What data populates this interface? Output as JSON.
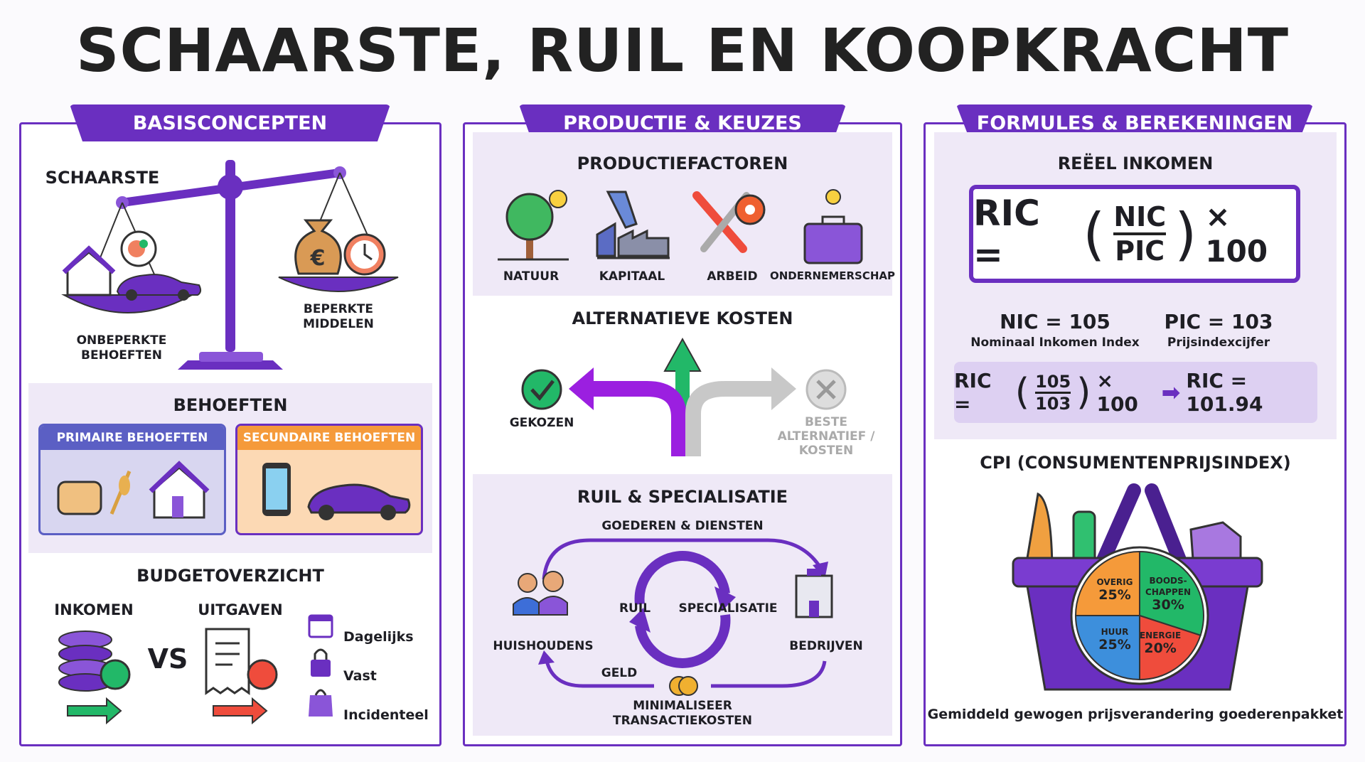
{
  "title": "SCHAARSTE, RUIL EN KOOPKRACHT",
  "colors": {
    "purple": "#6a2fc0",
    "lavender": "#efe9f7",
    "green": "#22b868",
    "orange": "#f59a3a",
    "blue": "#3d8fdc",
    "red": "#ef4c3c"
  },
  "basis": {
    "banner": "BASISCONCEPTEN",
    "schaarste": "SCHAARSTE",
    "unlimited": [
      "ONBEPERKTE",
      "BEHOEFTEN"
    ],
    "limited": [
      "BEPERKTE",
      "MIDDELEN"
    ],
    "behoeften_title": "BEHOEFTEN",
    "primary": "PRIMAIRE BEHOEFTEN",
    "secondary": "SECUNDAIRE BEHOEFTEN",
    "budget_title": "BUDGETOVERZICHT",
    "income": "INKOMEN",
    "vs": "VS",
    "expenses": "UITGAVEN",
    "legend": [
      "Dagelijks",
      "Vast",
      "Incidenteel"
    ]
  },
  "productie": {
    "banner": "PRODUCTIE & KEUZES",
    "factors_title": "PRODUCTIEFACTOREN",
    "factors": [
      "NATUUR",
      "KAPITAAL",
      "ARBEID",
      "ONDERNEMERSCHAP"
    ],
    "alt_title": "ALTERNATIEVE KOSTEN",
    "chosen": "GEKOZEN",
    "best_alt": [
      "BESTE",
      "ALTERNATIEF /",
      "KOSTEN"
    ],
    "ruil_title": "RUIL & SPECIALISATIE",
    "goods": "GOEDEREN & DIENSTEN",
    "ruil": "RUIL",
    "specialisatie": "SPECIALISATIE",
    "households": "HUISHOUDENS",
    "companies": "BEDRIJVEN",
    "money": "GELD",
    "minimize": [
      "MINIMALISEER",
      "TRANSACTIEKOSTEN"
    ]
  },
  "formules": {
    "banner": "FORMULES & BEREKENINGEN",
    "real_title": "REËEL INKOMEN",
    "formula": {
      "lhs": "RIC =",
      "num": "NIC",
      "den": "PIC",
      "mult": "× 100"
    },
    "nic": {
      "value": "NIC = 105",
      "desc": "Nominaal Inkomen Index"
    },
    "pic": {
      "value": "PIC = 103",
      "desc": "Prijsindexcijfer"
    },
    "calc": {
      "lhs": "RIC =",
      "num": "105",
      "den": "103",
      "mult": "× 100",
      "result": "RIC = 101.94"
    },
    "cpi_title": "CPI (CONSUMENTENPRIJSINDEX)",
    "cpi_caption": "Gemiddeld gewogen prijsverandering goederenpakket",
    "pie": [
      {
        "label": "BOODS-\nCHAPPEN",
        "percent": 30,
        "color": "#22b868"
      },
      {
        "label": "ENERGIE",
        "percent": 20,
        "color": "#ef4c3c"
      },
      {
        "label": "HUUR",
        "percent": 25,
        "color": "#3d8fdc"
      },
      {
        "label": "OVERIG",
        "percent": 25,
        "color": "#f59a3a"
      }
    ]
  }
}
